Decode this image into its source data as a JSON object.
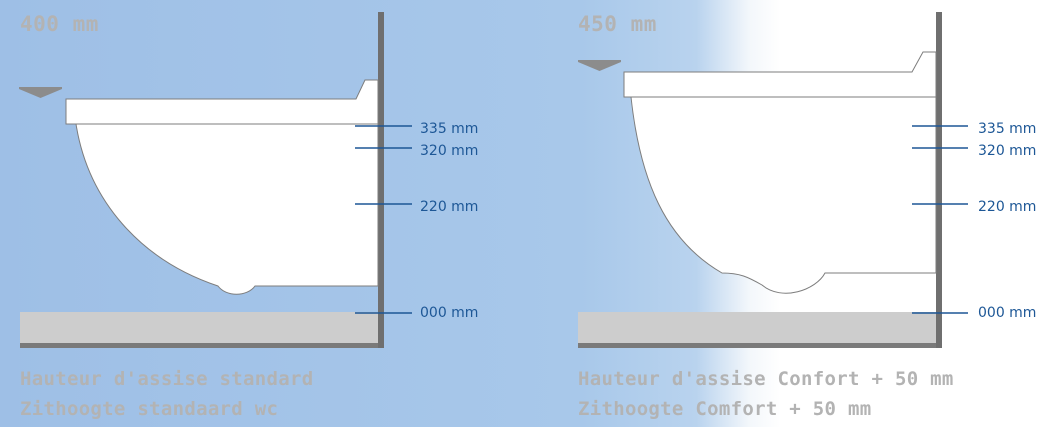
{
  "panels": [
    {
      "height_label": "400 mm",
      "caption_line1": "Hauteur d'assise standard",
      "caption_line2": "Zithoogte standaard wc",
      "measurements": [
        "335 mm",
        "320 mm",
        "220 mm",
        "000 mm"
      ]
    },
    {
      "height_label": "450 mm",
      "caption_line1": "Hauteur d'assise Confort + 50 mm",
      "caption_line2": "Zithoogte Comfort + 50 mm",
      "measurements": [
        "335 mm",
        "320 mm",
        "220 mm",
        "000 mm"
      ]
    }
  ],
  "colors": {
    "background_blue": "#a3c3e7",
    "background_white": "#ffffff",
    "wall": "#6f6f6f",
    "floor": "#cdcdcd",
    "floor_edge": "#7a7a7a",
    "toilet_fill": "#ffffff",
    "toilet_stroke": "#7d7d7d",
    "measure_line": "#1d5796",
    "measure_text": "#1d5796",
    "caption_text": "#b3b3b3",
    "seat_marker": "#8c8c8c"
  }
}
